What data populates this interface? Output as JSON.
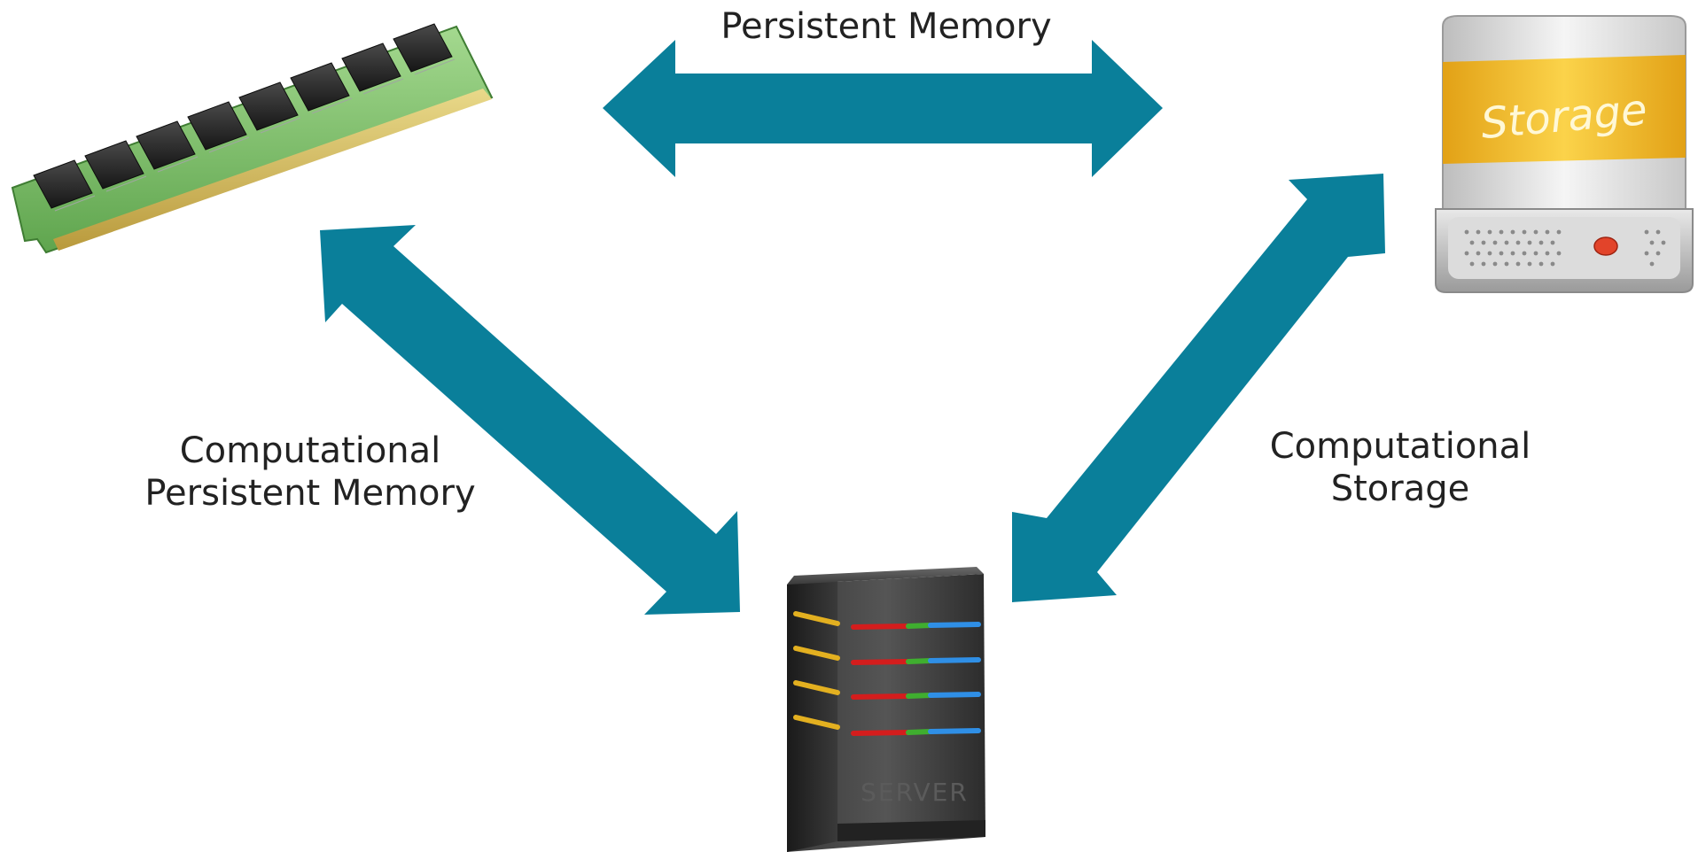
{
  "connections": {
    "memory_storage": {
      "label": "Persistent Memory"
    },
    "memory_server": {
      "label_line1": "Computational",
      "label_line2": "Persistent Memory"
    },
    "storage_server": {
      "label_line1": "Computational",
      "label_line2": "Storage"
    }
  },
  "nodes": {
    "memory": {
      "icon": "ram-module-icon"
    },
    "storage": {
      "icon": "storage-drive-icon",
      "badge_text": "Storage"
    },
    "server": {
      "icon": "server-tower-icon",
      "front_text": "SERVER"
    }
  },
  "colors": {
    "arrow": "#0a7f9a",
    "text": "#222222",
    "storage_band": "#f7c21e",
    "pcb": "#7fbf6a",
    "server_body": "#2e2e2e"
  }
}
